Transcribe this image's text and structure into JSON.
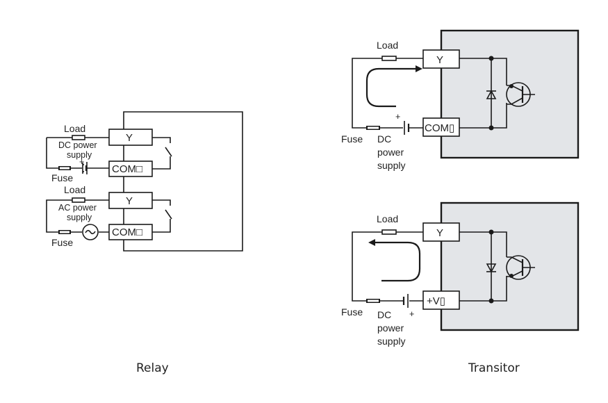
{
  "relay": {
    "caption": "Relay",
    "circuit_dc": {
      "load_label": "Load",
      "power_label_line1": "DC power",
      "power_label_line2": "supply",
      "plus_sign": "+",
      "fuse_label": "Fuse",
      "output_terminal": "Y",
      "common_terminal": "COM□"
    },
    "circuit_ac": {
      "load_label": "Load",
      "power_label_line1": "AC power",
      "power_label_line2": "supply",
      "fuse_label": "Fuse",
      "output_terminal": "Y",
      "common_terminal": "COM□"
    }
  },
  "transistor": {
    "caption": "Transitor",
    "sink": {
      "load_label": "Load",
      "fuse_label": "Fuse",
      "power_label_line1": "DC",
      "power_label_line2": "power",
      "power_label_line3": "supply",
      "plus_sign": "+",
      "output_terminal": "Y",
      "common_terminal": "COM▯",
      "current_direction": "right"
    },
    "source": {
      "load_label": "Load",
      "fuse_label": "Fuse",
      "power_label_line1": "DC",
      "power_label_line2": "power",
      "power_label_line3": "supply",
      "plus_sign": "+",
      "output_terminal": "Y",
      "common_terminal": "+V▯",
      "current_direction": "left"
    }
  },
  "colors": {
    "module_fill": "#e3e5e8",
    "line": "#1a1a1a"
  }
}
